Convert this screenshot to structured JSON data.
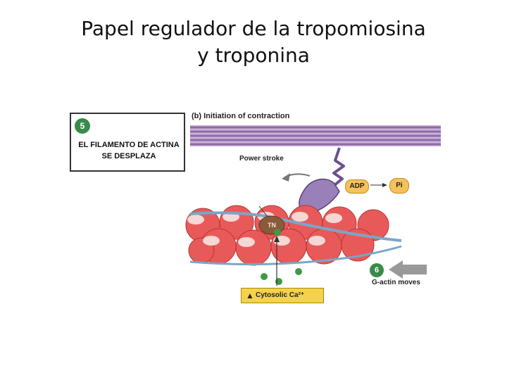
{
  "title": {
    "line1": "Papel regulador de la tropomiosina",
    "line2": "y troponina"
  },
  "figure": {
    "panel_label": "(b) Initiation of contraction",
    "step": {
      "number": "5",
      "text_line1": "EL FILAMENTO DE ACTINA",
      "text_line2": "SE DESPLAZA"
    },
    "power_stroke": "Power stroke",
    "adp": "ADP",
    "pi": "Pi",
    "tn": "TN",
    "step6_number": "6",
    "g_actin": "G-actin moves",
    "calcium": "Cytosolic Ca²⁺",
    "calcium_arrow": "▲"
  },
  "colors": {
    "myosin": "#8e6aa8",
    "actin": "#e34b4b",
    "tropomyosin": "#7aa6c8",
    "calcium": "#3f9a47",
    "troponin": "#8a5a3a"
  }
}
